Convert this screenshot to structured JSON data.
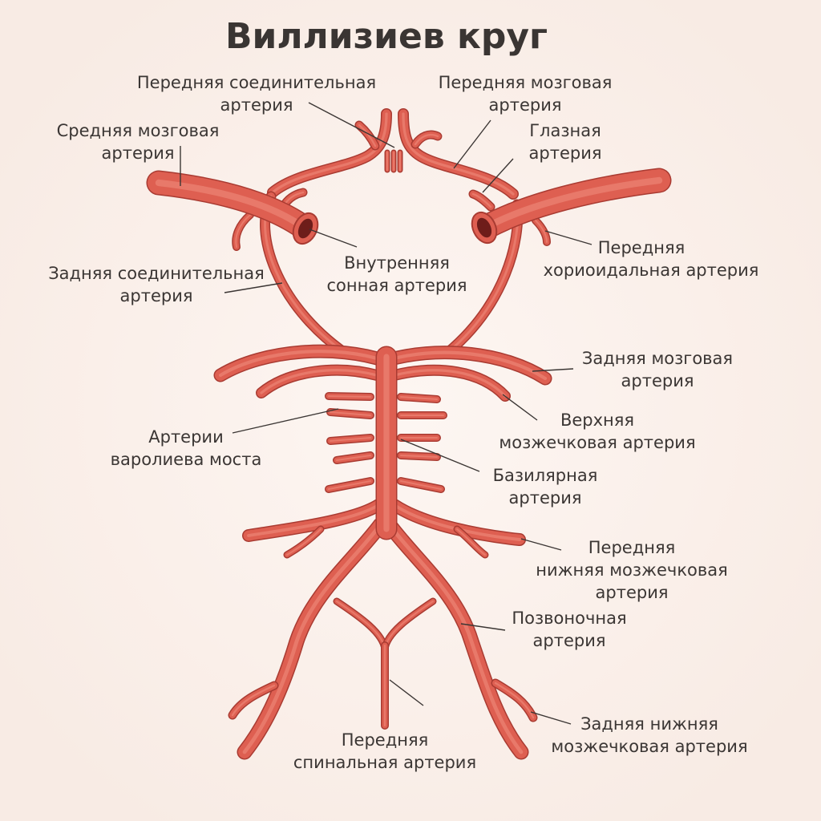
{
  "title": "Виллизиев круг",
  "colors": {
    "artery": "#de5f51",
    "artery_outline": "#a93b32",
    "background": "#fbf1ec",
    "text": "#3b3634"
  },
  "labels": {
    "acom": [
      "Передняя соединительная",
      "артерия"
    ],
    "aca": [
      "Передняя мозговая",
      "артерия"
    ],
    "mca": [
      "Средняя мозговая",
      "артерия"
    ],
    "ophthalmic": [
      "Глазная",
      "артерия"
    ],
    "achoroidal": [
      "Передняя",
      "хориоидальная артерия"
    ],
    "ica": [
      "Внутренняя",
      "сонная артерия"
    ],
    "pcom": [
      "Задняя соединительная",
      "артерия"
    ],
    "pca": [
      "Задняя мозговая",
      "артерия"
    ],
    "sca": [
      "Верхняя",
      "мозжечковая артерия"
    ],
    "pontine": [
      "Артерии",
      "варолиева моста"
    ],
    "basilar": [
      "Базилярная",
      "артерия"
    ],
    "aica": [
      "Передняя",
      "нижняя мозжечковая",
      "артерия"
    ],
    "vertebral": [
      "Позвоночная",
      "артерия"
    ],
    "pica": [
      "Задняя нижняя",
      "мозжечковая артерия"
    ],
    "spinal": [
      "Передняя",
      "спинальная артерия"
    ]
  }
}
